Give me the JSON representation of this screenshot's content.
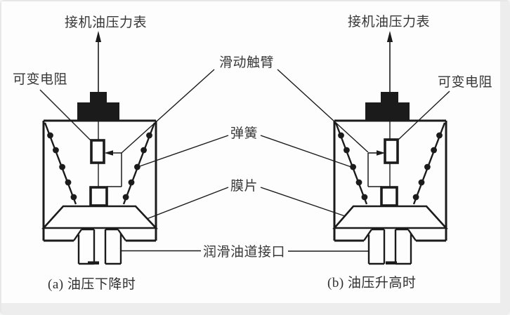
{
  "figure": {
    "labels": {
      "gauge": "接机油压力表",
      "variable_resistor": "可变电阻",
      "sliding_contact_arm": "滑动触臂",
      "spring": "弹簧",
      "diaphragm": "膜片",
      "oil_passage_port": "润滑油道接口",
      "caption_a": "(a) 油压下降时",
      "caption_b": "(b) 油压升高时"
    },
    "colors": {
      "line": "#1b1b1b",
      "text": "#383838",
      "background": "#fdfdfd",
      "frame_band": "#ecedec"
    }
  }
}
